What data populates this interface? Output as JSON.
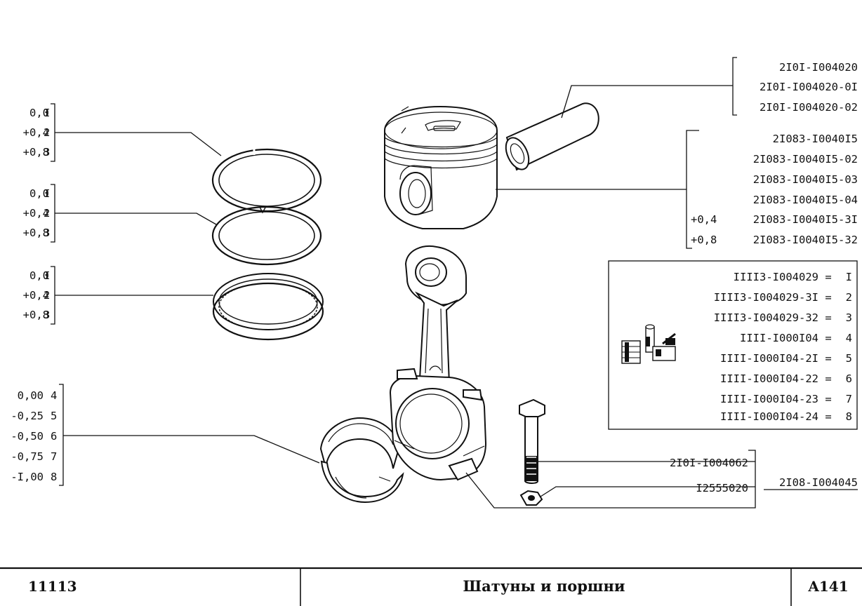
{
  "sheet": {
    "model": "11113",
    "title": "Шатуны и поршни",
    "page": "A141"
  },
  "rings": [
    {
      "sizes": [
        "0,0",
        "+0,4",
        "+0,8"
      ],
      "codes": [
        "I",
        "2",
        "3"
      ]
    },
    {
      "sizes": [
        "0,0",
        "+0,4",
        "+0,8"
      ],
      "codes": [
        "I",
        "2",
        "3"
      ]
    },
    {
      "sizes": [
        "0,0",
        "+0,4",
        "+0,8"
      ],
      "codes": [
        "I",
        "2",
        "3"
      ]
    }
  ],
  "bearings": {
    "sizes": [
      "0,00",
      "-0,25",
      "-0,50",
      "-0,75",
      "-I,00"
    ],
    "codes": [
      "4",
      "5",
      "6",
      "7",
      "8"
    ]
  },
  "pin": {
    "parts": [
      "2I0I-I004020",
      "2I0I-I004020-0I",
      "2I0I-I004020-02"
    ]
  },
  "piston": {
    "parts": [
      {
        "prefix": "",
        "code": "2I083-I0040I5"
      },
      {
        "prefix": "",
        "code": "2I083-I0040I5-02"
      },
      {
        "prefix": "",
        "code": "2I083-I0040I5-03"
      },
      {
        "prefix": "",
        "code": "2I083-I0040I5-04"
      },
      {
        "prefix": "+0,4",
        "code": "2I083-I0040I5-3I"
      },
      {
        "prefix": "+0,8",
        "code": "2I083-I0040I5-32"
      }
    ]
  },
  "kits": [
    {
      "code": "IIII3-I004029",
      "num": "I"
    },
    {
      "code": "IIII3-I004029-3I",
      "num": "2"
    },
    {
      "code": "IIII3-I004029-32",
      "num": "3"
    },
    {
      "code": "IIII-I000I04",
      "num": "4"
    },
    {
      "code": "IIII-I000I04-2I",
      "num": "5"
    },
    {
      "code": "IIII-I000I04-22",
      "num": "6"
    },
    {
      "code": "IIII-I000I04-23",
      "num": "7"
    },
    {
      "code": "IIII-I000I04-24",
      "num": "8"
    }
  ],
  "kits_eq": "=",
  "bolt": "2I0I-I004062",
  "nut": "I2555020",
  "rod": "2I08-I004045"
}
